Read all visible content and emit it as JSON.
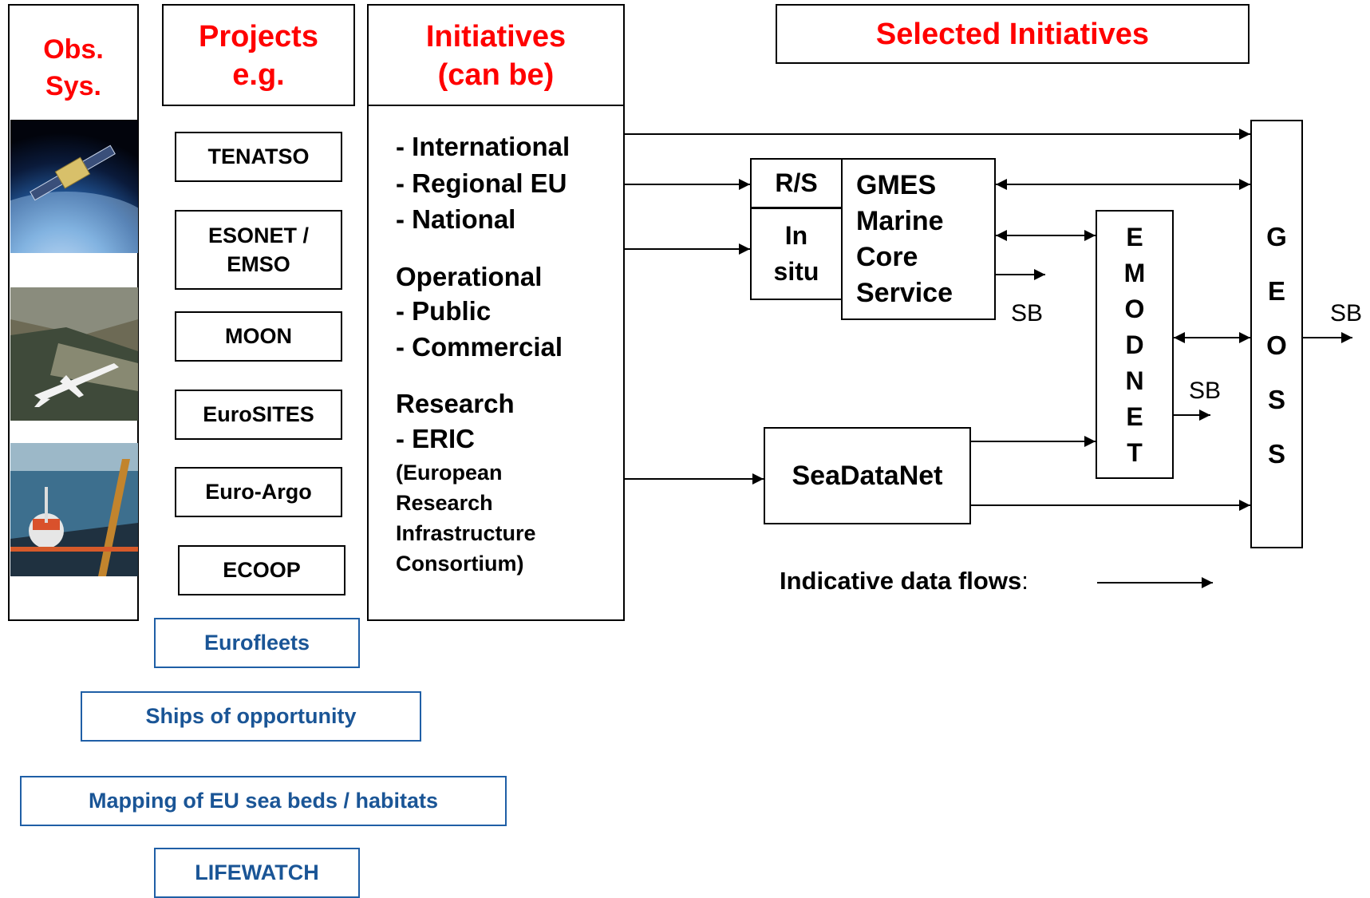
{
  "columns": {
    "obs_sys": "Obs.\nSys.",
    "projects": "Projects\ne.g.",
    "initiatives": "Initiatives\n(can be)",
    "selected": "Selected Initiatives"
  },
  "projects": [
    {
      "label": "TENATSO"
    },
    {
      "label": "ESONET /\nEMSO"
    },
    {
      "label": "MOON"
    },
    {
      "label": "EuroSITES"
    },
    {
      "label": "Euro-Argo"
    },
    {
      "label": "ECOOP"
    }
  ],
  "other_projects": [
    {
      "label": "Eurofleets"
    },
    {
      "label": "Ships of opportunity"
    },
    {
      "label": "Mapping of EU sea beds / habitats"
    },
    {
      "label": "LIFEWATCH"
    }
  ],
  "initiatives_list": {
    "scope": [
      "- International",
      "- Regional EU",
      "- National"
    ],
    "operational_title": "Operational",
    "operational": [
      "- Public",
      "- Commercial"
    ],
    "research_title": "Research",
    "research": [
      "- ERIC"
    ],
    "eric_expansion": [
      "(European",
      "Research",
      "Infrastructure",
      "Consortium)"
    ]
  },
  "nodes": {
    "rs": "R/S",
    "insitu": "In\nsitu",
    "gmes": "GMES\nMarine\nCore\nService",
    "emodnet": [
      "E",
      "M",
      "O",
      "D",
      "N",
      "E",
      "T"
    ],
    "geoss": [
      "G",
      "E",
      "O",
      "S",
      "S"
    ],
    "seadatanet": "SeaDataNet"
  },
  "sb_labels": [
    "SB",
    "SB",
    "SB"
  ],
  "legend": {
    "label": "Indicative data flows",
    "suffix": ":"
  },
  "colors": {
    "header_red": "#ff0000",
    "project_blue": "#1a5596",
    "line": "#000000"
  },
  "images": [
    {
      "name": "satellite-image"
    },
    {
      "name": "aircraft-image"
    },
    {
      "name": "buoy-ship-image"
    }
  ]
}
